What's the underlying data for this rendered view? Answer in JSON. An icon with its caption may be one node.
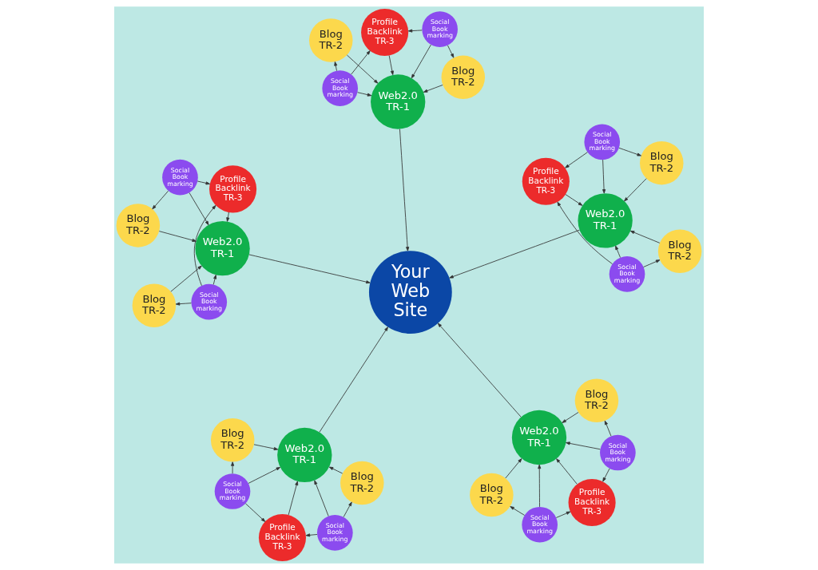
{
  "diagram": {
    "nodes": [
      {
        "text": [
          "Your Web Site"
        ]
      },
      {
        "text": [
          "Web2.0 TR-1"
        ]
      },
      {
        "text": [
          "Profile Backlink TR-3"
        ]
      },
      {
        "text": [
          "Blog TR-2"
        ]
      },
      {
        "text": [
          "Blog TR-2"
        ]
      },
      {
        "text": [
          "Social Book marking"
        ]
      },
      {
        "text": [
          "Social Book marking"
        ]
      },
      {
        "text": [
          "Web2.0 TR-1"
        ]
      },
      {
        "text": [
          "Profile Backlink TR-3"
        ]
      },
      {
        "text": [
          "Blog TR-2"
        ]
      },
      {
        "text": [
          "Blog TR-2"
        ]
      },
      {
        "text": [
          "Social Book marking"
        ]
      },
      {
        "text": [
          "Social Book marking"
        ]
      },
      {
        "text": [
          "Web2.0 TR-1"
        ]
      },
      {
        "text": [
          "Profile Backlink TR-3"
        ]
      },
      {
        "text": [
          "Blog TR-2"
        ]
      },
      {
        "text": [
          "Blog TR-2"
        ]
      },
      {
        "text": [
          "Social Book marking"
        ]
      },
      {
        "text": [
          "Social Book marking"
        ]
      },
      {
        "text": [
          "Web2.0 TR-1"
        ]
      },
      {
        "text": [
          "Profile Backlink TR-3"
        ]
      },
      {
        "text": [
          "Blog TR-2"
        ]
      },
      {
        "text": [
          "Blog TR-2"
        ]
      },
      {
        "text": [
          "Social Book marking"
        ]
      },
      {
        "text": [
          "Social Book marking"
        ]
      },
      {
        "text": [
          "Web2.0 TR-1"
        ]
      },
      {
        "text": [
          "Profile Backlink TR-3"
        ]
      },
      {
        "text": [
          "Blog TR-2"
        ]
      },
      {
        "text": [
          "Blog TR-2"
        ]
      },
      {
        "text": [
          "Social Book marking"
        ]
      },
      {
        "text": [
          "Social Book marking"
        ]
      }
    ],
    "edges": [
      {
        "from": 1,
        "to": 0,
        "arrow": "to"
      },
      {
        "from": 2,
        "to": 1,
        "arrow": "to"
      },
      {
        "from": 3,
        "to": 1,
        "arrow": "to"
      },
      {
        "from": 4,
        "to": 1,
        "arrow": "to"
      },
      {
        "from": 5,
        "to": 2,
        "arrow": "to"
      },
      {
        "from": 5,
        "to": 1,
        "arrow": "to"
      },
      {
        "from": 5,
        "to": 3,
        "arrow": "to"
      },
      {
        "from": 6,
        "to": 2,
        "arrow": "to"
      },
      {
        "from": 6,
        "to": 1,
        "arrow": "to"
      },
      {
        "from": 6,
        "to": 4,
        "arrow": "to"
      },
      {
        "from": 7,
        "to": 0,
        "arrow": "to"
      },
      {
        "from": 8,
        "to": 7,
        "arrow": "to"
      },
      {
        "from": 9,
        "to": 7,
        "arrow": "to"
      },
      {
        "from": 10,
        "to": 7,
        "arrow": "to"
      },
      {
        "from": 11,
        "to": 8,
        "arrow": "to"
      },
      {
        "from": 11,
        "to": 7,
        "arrow": "to"
      },
      {
        "from": 11,
        "to": 9,
        "arrow": "to"
      },
      {
        "from": 12,
        "to": 8,
        "arrow": "to"
      },
      {
        "from": 12,
        "to": 7,
        "arrow": "to"
      },
      {
        "from": 12,
        "to": 10,
        "arrow": "to"
      },
      {
        "from": 13,
        "to": 0,
        "arrow": "to"
      },
      {
        "from": 14,
        "to": 13,
        "arrow": "to"
      },
      {
        "from": 15,
        "to": 13,
        "arrow": "to"
      },
      {
        "from": 16,
        "to": 13,
        "arrow": "to"
      },
      {
        "from": 17,
        "to": 14,
        "arrow": "to"
      },
      {
        "from": 17,
        "to": 13,
        "arrow": "to"
      },
      {
        "from": 17,
        "to": 15,
        "arrow": "to"
      },
      {
        "from": 18,
        "to": 14,
        "arrow": "to"
      },
      {
        "from": 18,
        "to": 13,
        "arrow": "to"
      },
      {
        "from": 18,
        "to": 16,
        "arrow": "to"
      },
      {
        "from": 19,
        "to": 0,
        "arrow": "to"
      },
      {
        "from": 20,
        "to": 19,
        "arrow": "to"
      },
      {
        "from": 21,
        "to": 19,
        "arrow": "to"
      },
      {
        "from": 22,
        "to": 19,
        "arrow": "to"
      },
      {
        "from": 23,
        "to": 20,
        "arrow": "to"
      },
      {
        "from": 23,
        "to": 19,
        "arrow": "to"
      },
      {
        "from": 23,
        "to": 21,
        "arrow": "to"
      },
      {
        "from": 24,
        "to": 20,
        "arrow": "to"
      },
      {
        "from": 24,
        "to": 19,
        "arrow": "to"
      },
      {
        "from": 24,
        "to": 22,
        "arrow": "to"
      },
      {
        "from": 25,
        "to": 0,
        "arrow": "to"
      },
      {
        "from": 26,
        "to": 25,
        "arrow": "to"
      },
      {
        "from": 27,
        "to": 25,
        "arrow": "to"
      },
      {
        "from": 28,
        "to": 25,
        "arrow": "to"
      },
      {
        "from": 29,
        "to": 26,
        "arrow": "to"
      },
      {
        "from": 29,
        "to": 25,
        "arrow": "to"
      },
      {
        "from": 29,
        "to": 27,
        "arrow": "to"
      },
      {
        "from": 30,
        "to": 26,
        "arrow": "to"
      },
      {
        "from": 30,
        "to": 25,
        "arrow": "to"
      },
      {
        "from": 30,
        "to": 28,
        "arrow": "to"
      }
    ]
  }
}
